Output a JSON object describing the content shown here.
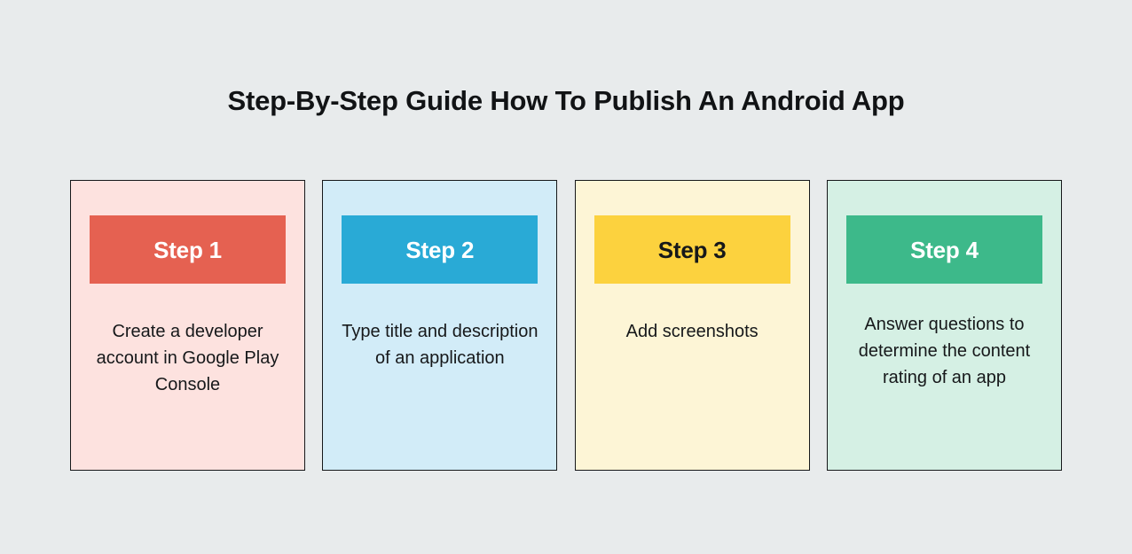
{
  "page": {
    "background_color": "#e8ebec",
    "title": "Step-By-Step Guide How To Publish An Android App",
    "title_color": "#111315"
  },
  "cards": [
    {
      "badge_label": "Step 1",
      "body": "Create a developer account in Google Play Console",
      "card_bg": "#fde2df",
      "badge_bg": "#e56151",
      "badge_text_color": "#ffffff",
      "border_color": "#16181a"
    },
    {
      "badge_label": "Step 2",
      "body": "Type title and description of an application",
      "card_bg": "#d2ecf8",
      "badge_bg": "#29aad6",
      "badge_text_color": "#ffffff",
      "border_color": "#16181a"
    },
    {
      "badge_label": "Step 3",
      "body": "Add screenshots",
      "card_bg": "#fdf5d6",
      "badge_bg": "#fcd23e",
      "badge_text_color": "#16181a",
      "border_color": "#16181a"
    },
    {
      "badge_label": "Step 4",
      "body": "Answer questions to determine the content rating of an app",
      "card_bg": "#d5f0e4",
      "badge_bg": "#3db98a",
      "badge_text_color": "#ffffff",
      "border_color": "#16181a"
    }
  ]
}
